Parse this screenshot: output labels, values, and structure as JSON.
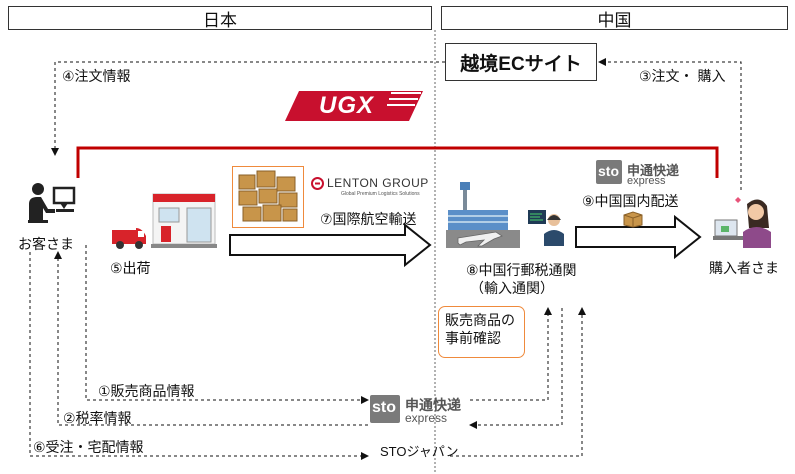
{
  "headers": {
    "japan": "日本",
    "china": "中国"
  },
  "ec_site": "越境ECサイト",
  "labels": {
    "order_info": "④注文情報",
    "order_purchase": "③注文・ 購入",
    "customer": "お客さま",
    "shipping": "⑤出荷",
    "intl_air": "⑦国際航空輸送",
    "domestic_delivery": "⑨中国国内配送",
    "customs_line1": "⑧中国行郵税通関",
    "customs_line2": "（輸入通関）",
    "buyer": "購入者さま",
    "precheck": "販売商品の事前確認",
    "product_info": "①販売商品情報",
    "tax_info": "②税率情報",
    "order_delivery_info": "⑥受注・宅配情報",
    "sto_japan": "STOジャパン"
  },
  "logos": {
    "ugx": "UGX",
    "lenton_name": "LENTON GROUP",
    "lenton_tagline": "Global Premium Logistics Solutions",
    "sto_mark": "sto",
    "sto_cn": "申通快递",
    "sto_en": "express"
  },
  "colors": {
    "bracket": "#c00000",
    "sto_orange": "#ef8a3c",
    "sto_grey": "#7a7a7a",
    "truck_red": "#d8232a",
    "box_brown": "#c8954a",
    "ugx_red": "#c8102e"
  },
  "icons": [
    "customer-computer-icon",
    "truck-icon",
    "store-icon",
    "cargo-boxes-icon",
    "airport-icon",
    "customs-officer-icon",
    "buyer-icon",
    "package-icon"
  ]
}
